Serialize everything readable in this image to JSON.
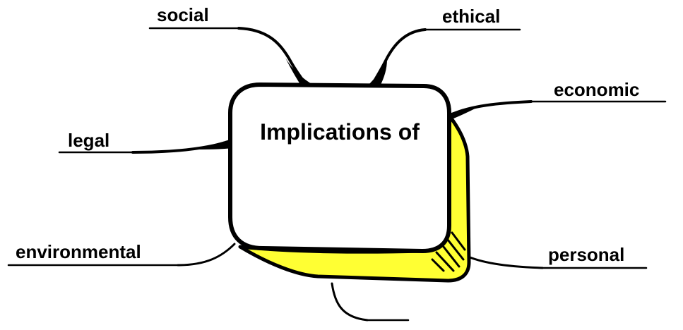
{
  "central_topic": {
    "title": "Implications of",
    "box_fill": "#ffffff",
    "side_fill": "#ffff33",
    "outline": "#000000"
  },
  "branches": [
    {
      "id": "social",
      "label": "social"
    },
    {
      "id": "ethical",
      "label": "ethical"
    },
    {
      "id": "economic",
      "label": "economic"
    },
    {
      "id": "legal",
      "label": "legal"
    },
    {
      "id": "environmental",
      "label": "environmental"
    },
    {
      "id": "personal",
      "label": "personal"
    },
    {
      "id": "bottom",
      "label": ""
    }
  ]
}
